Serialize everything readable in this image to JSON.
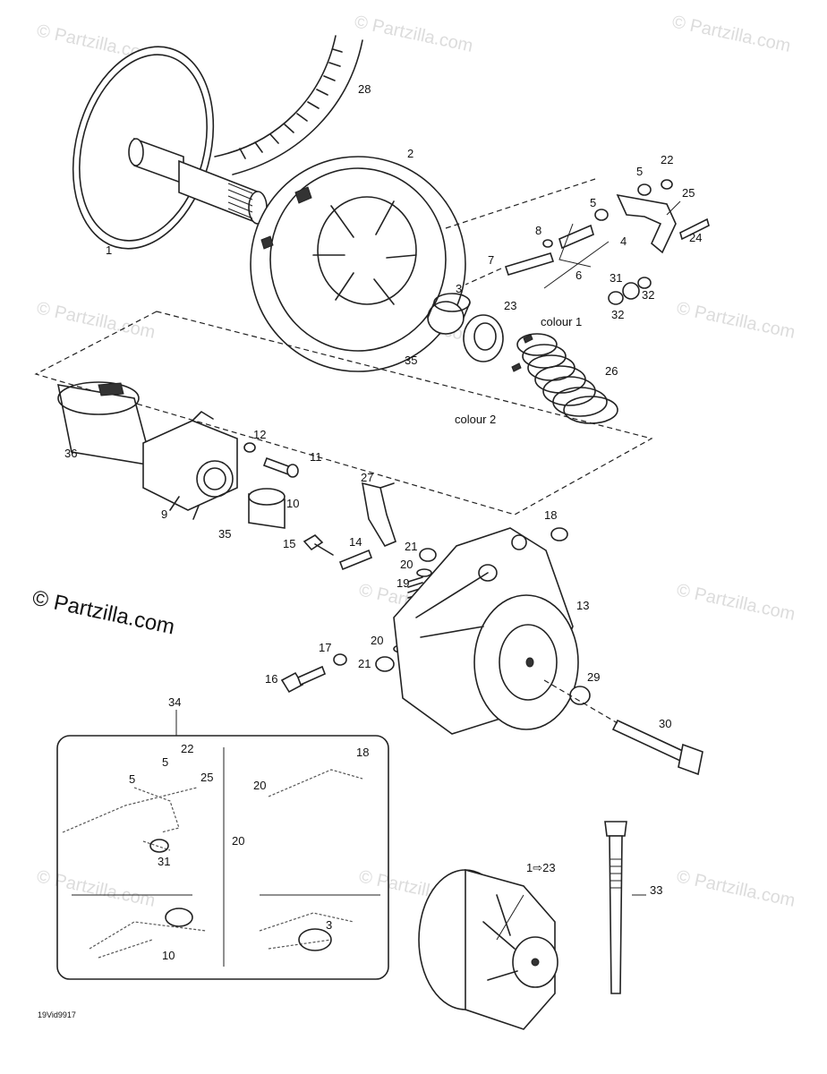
{
  "watermark": "© Partzilla.com",
  "brand": "© Partzilla.com",
  "drawing_code": "19Vid9917",
  "callouts": [
    {
      "key": "c1",
      "text": "1"
    },
    {
      "key": "c28",
      "text": "28"
    },
    {
      "key": "c2",
      "text": "2"
    },
    {
      "key": "c22",
      "text": "22"
    },
    {
      "key": "c5a",
      "text": "5"
    },
    {
      "key": "c25",
      "text": "25"
    },
    {
      "key": "c5b",
      "text": "5"
    },
    {
      "key": "c8",
      "text": "8"
    },
    {
      "key": "c4",
      "text": "4"
    },
    {
      "key": "c24",
      "text": "24"
    },
    {
      "key": "c7",
      "text": "7"
    },
    {
      "key": "c6",
      "text": "6"
    },
    {
      "key": "c31",
      "text": "31"
    },
    {
      "key": "c32a",
      "text": "32"
    },
    {
      "key": "c32b",
      "text": "32"
    },
    {
      "key": "c3",
      "text": "3"
    },
    {
      "key": "c23",
      "text": "23"
    },
    {
      "key": "c35a",
      "text": "35"
    },
    {
      "key": "colour1",
      "text": "colour 1"
    },
    {
      "key": "c26",
      "text": "26"
    },
    {
      "key": "colour2",
      "text": "colour 2"
    },
    {
      "key": "c36",
      "text": "36"
    },
    {
      "key": "c12",
      "text": "12"
    },
    {
      "key": "c11",
      "text": "11"
    },
    {
      "key": "c9",
      "text": "9"
    },
    {
      "key": "c10",
      "text": "10"
    },
    {
      "key": "c35b",
      "text": "35"
    },
    {
      "key": "c27",
      "text": "27"
    },
    {
      "key": "c18",
      "text": "18"
    },
    {
      "key": "c15",
      "text": "15"
    },
    {
      "key": "c14",
      "text": "14"
    },
    {
      "key": "c21a",
      "text": "21"
    },
    {
      "key": "c20a",
      "text": "20"
    },
    {
      "key": "c19",
      "text": "19"
    },
    {
      "key": "c13",
      "text": "13"
    },
    {
      "key": "c17",
      "text": "17"
    },
    {
      "key": "c20b",
      "text": "20"
    },
    {
      "key": "c21b",
      "text": "21"
    },
    {
      "key": "c16",
      "text": "16"
    },
    {
      "key": "c29",
      "text": "29"
    },
    {
      "key": "c30",
      "text": "30"
    },
    {
      "key": "c34",
      "text": "34"
    },
    {
      "key": "k22",
      "text": "22"
    },
    {
      "key": "k5a",
      "text": "5"
    },
    {
      "key": "k5b",
      "text": "5"
    },
    {
      "key": "k25",
      "text": "25"
    },
    {
      "key": "k31",
      "text": "31"
    },
    {
      "key": "k18",
      "text": "18"
    },
    {
      "key": "k20a",
      "text": "20"
    },
    {
      "key": "k20b",
      "text": "20"
    },
    {
      "key": "k10",
      "text": "10"
    },
    {
      "key": "k3",
      "text": "3"
    },
    {
      "key": "c1to23",
      "text": "1⇨23"
    },
    {
      "key": "c33",
      "text": "33"
    }
  ]
}
